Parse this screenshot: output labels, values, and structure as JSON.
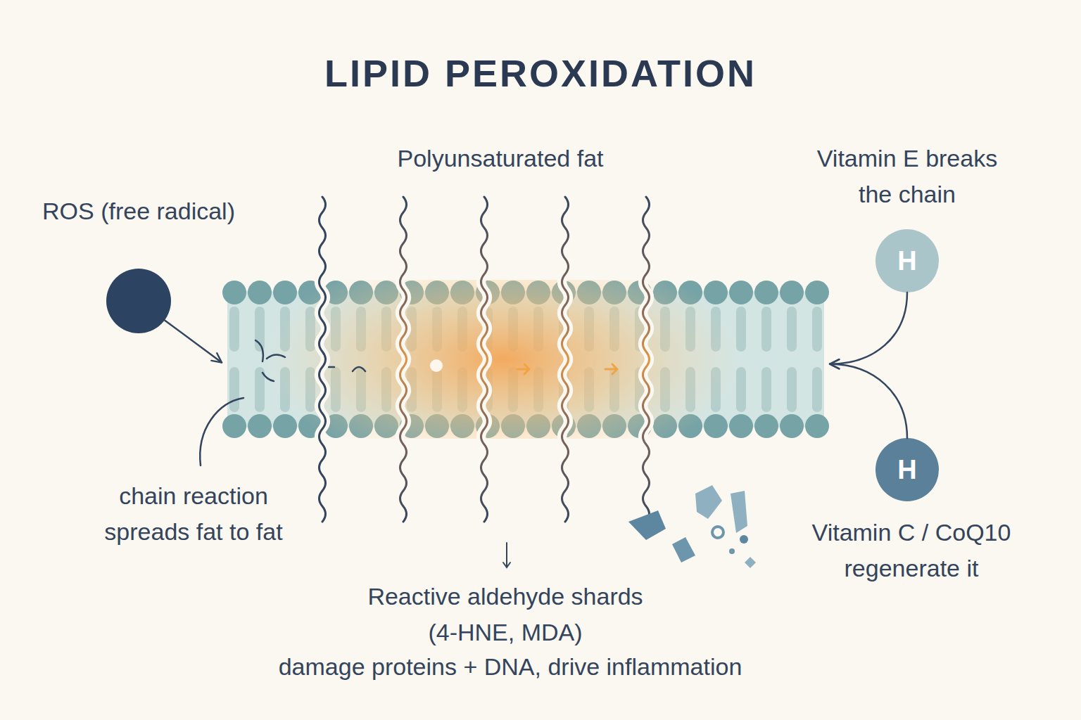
{
  "diagram": {
    "title": "LIPID PEROXIDATION",
    "nodes": [
      {
        "text": [
          "ROS (free radical)"
        ]
      },
      {
        "text": [
          "Polyunsaturated fat"
        ]
      },
      {
        "text": [
          "Vitamin E breaks the chain",
          "H"
        ]
      },
      {
        "text": [
          "H",
          "Vitamin C / CoQ10 regenerate it"
        ]
      }
    ],
    "edges": [
      {
        "from": 0,
        "to": 1,
        "arrow": "to"
      },
      {
        "from": 2,
        "to": 1,
        "arrow": "to"
      },
      {
        "from": 3,
        "to": 1,
        "arrow": "to"
      }
    ],
    "labels": [
      "chain reaction spreads fat to fat",
      "Reactive aldehyde shards (4-HNE, MDA)",
      "damage proteins + DNA, drive inflammation"
    ]
  }
}
